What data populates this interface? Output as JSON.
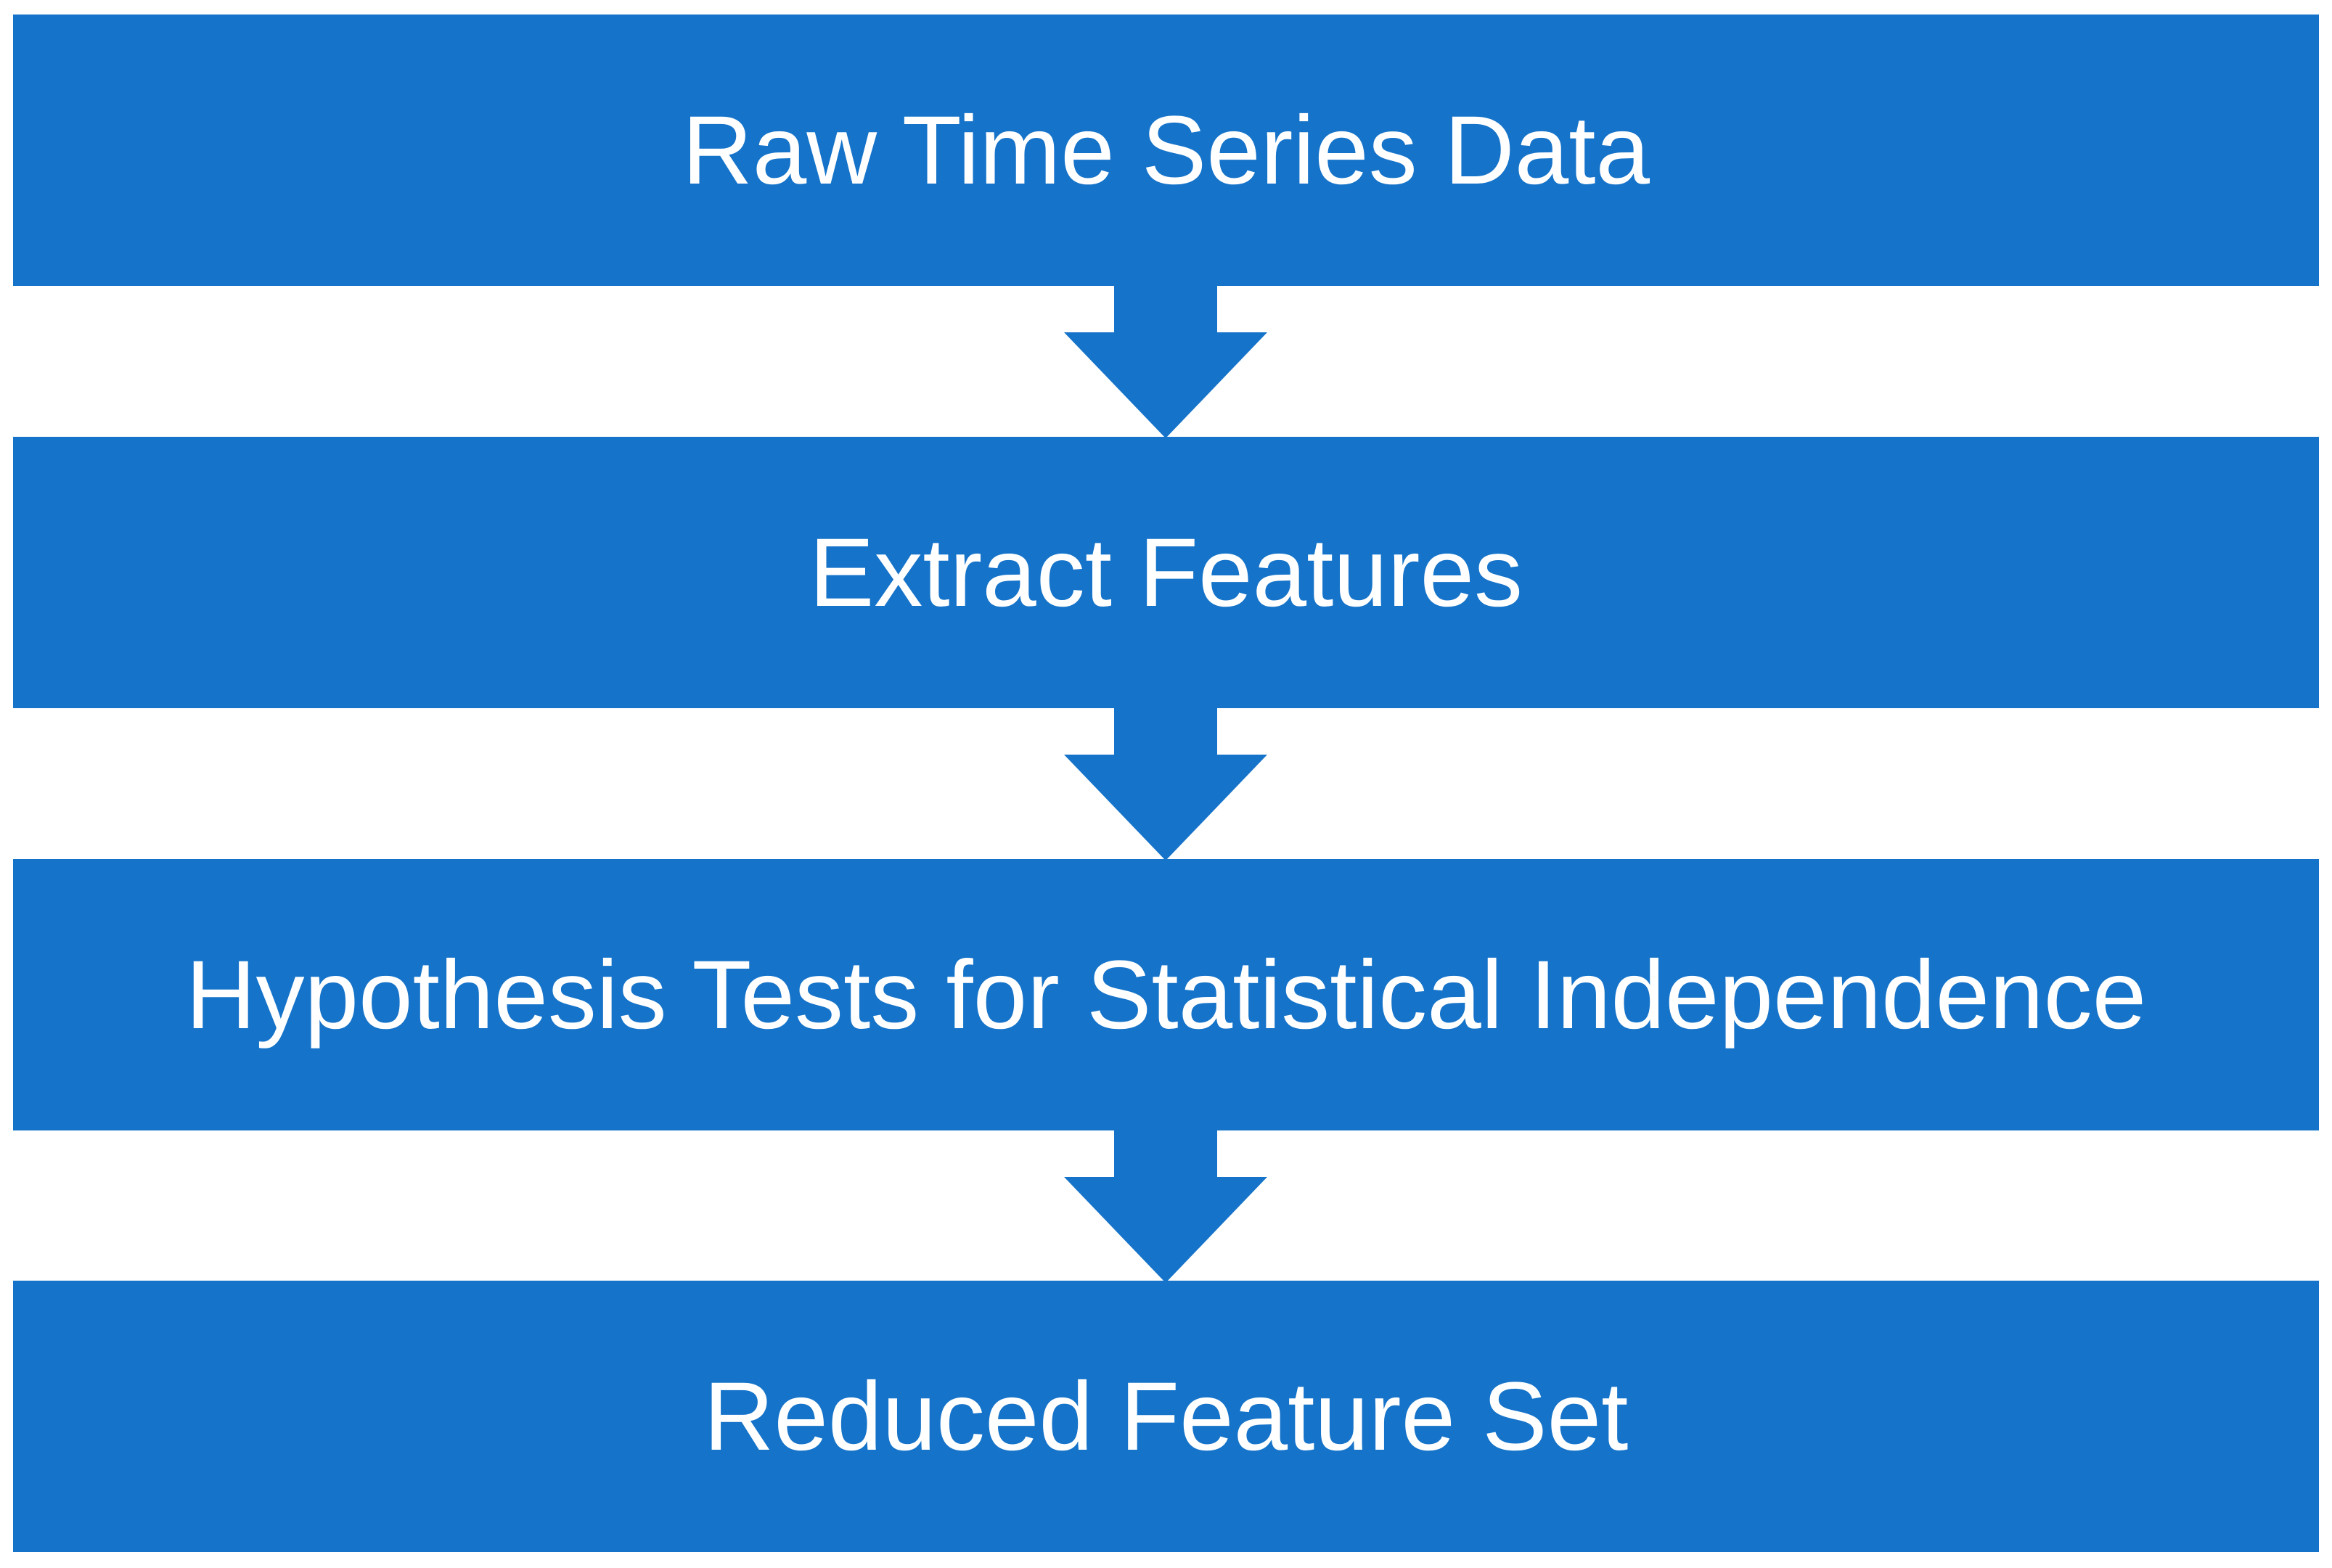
{
  "colors": {
    "box_fill": "#1573C9",
    "text": "#FFFFFF",
    "background": "#FFFFFF"
  },
  "flow": {
    "steps": [
      {
        "label": "Raw Time Series Data"
      },
      {
        "label": "Extract Features"
      },
      {
        "label": "Hypothesis Tests for Statistical Independence"
      },
      {
        "label": "Reduced Feature Set"
      }
    ],
    "connector_icon": "down-arrow-icon"
  }
}
